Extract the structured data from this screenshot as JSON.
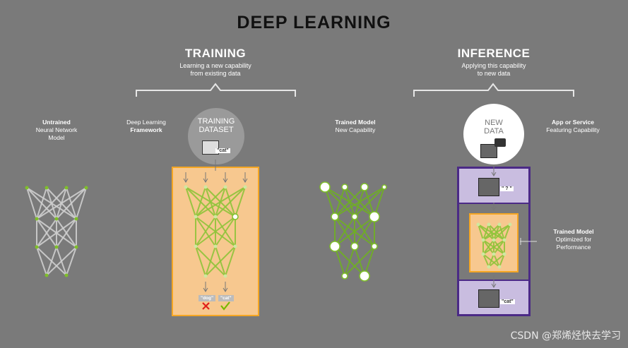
{
  "title": "DEEP LEARNING",
  "training": {
    "title": "TRAINING",
    "subtitle_line1": "Learning a new capability",
    "subtitle_line2": "from existing data",
    "dataset_line1": "TRAINING",
    "dataset_line2": "DATASET",
    "dataset_tag": "\"cat\"",
    "out_dog": "\"dog\"",
    "out_cat": "\"cat\""
  },
  "inference": {
    "title": "INFERENCE",
    "subtitle_line1": "Applying this capability",
    "subtitle_line2": "to new data",
    "data_line1": "NEW",
    "data_line2": "DATA",
    "query_tag": "\" ? \"",
    "result_tag": "\"cat\""
  },
  "labels": {
    "untrained_line1": "Untrained",
    "untrained_line2": "Neural Network",
    "untrained_line3": "Model",
    "framework_line1": "Deep Learning",
    "framework_line2": "Framework",
    "trained_line1": "Trained Model",
    "trained_line2": "New Capability",
    "app_line1": "App or Service",
    "app_line2": "Featuring Capability",
    "optimized_line1": "Trained Model",
    "optimized_line2": "Optimized for",
    "optimized_line3": "Performance"
  },
  "watermark": "CSDN @郑烯烃快去学习",
  "colors": {
    "background": "#7a7a7a",
    "network_green": "#7fbf2a",
    "training_box": "#f7c88f",
    "training_border": "#f5a623",
    "inference_border": "#4b2a86",
    "inference_fill": "#c9bde0",
    "cross_red": "#e0201b",
    "check_green": "#76b900"
  },
  "icons": [
    "cat-image-icon",
    "camera-icon",
    "cross-icon",
    "check-icon",
    "down-arrow-icon"
  ]
}
